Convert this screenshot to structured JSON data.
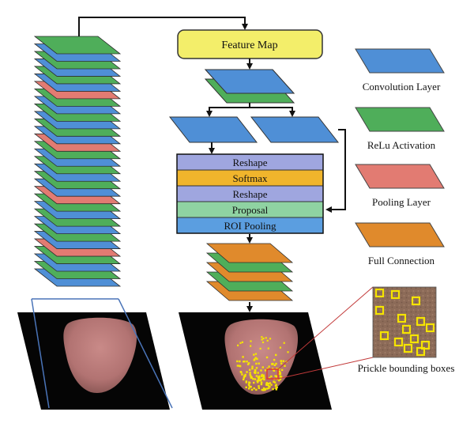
{
  "colors": {
    "conv": "#4f8fd6",
    "relu": "#4fae5a",
    "pool": "#e27b72",
    "full": "#e08a2c",
    "feature_map": "#f3ee6a",
    "reshape": "#9fa6df",
    "softmax": "#f0b52c",
    "proposal": "#8fd3a2",
    "roi": "#5b9ee0",
    "box": "#f5e400",
    "tongue": "#b87878"
  },
  "backbone_stack": [
    "relu",
    "conv",
    "relu",
    "conv",
    "relu",
    "conv",
    "pool",
    "relu",
    "conv",
    "relu",
    "conv",
    "relu",
    "conv",
    "pool",
    "relu",
    "conv",
    "relu",
    "conv",
    "relu",
    "conv",
    "pool",
    "relu",
    "conv",
    "relu",
    "conv",
    "relu",
    "conv",
    "pool",
    "relu",
    "conv",
    "relu",
    "conv"
  ],
  "feature_map": {
    "label": "Feature Map"
  },
  "rpn_blocks": [
    {
      "label": "Reshape",
      "color": "reshape"
    },
    {
      "label": "Softmax",
      "color": "softmax"
    },
    {
      "label": "Reshape",
      "color": "reshape"
    },
    {
      "label": "Proposal",
      "color": "proposal"
    },
    {
      "label": "ROI Pooling",
      "color": "roi"
    }
  ],
  "head_stack": [
    "full",
    "relu",
    "full",
    "relu",
    "full"
  ],
  "legend": [
    {
      "label": "Convolution Layer",
      "color": "conv"
    },
    {
      "label": "ReLu Activation",
      "color": "relu"
    },
    {
      "label": "Pooling Layer",
      "color": "pool"
    },
    {
      "label": "Full Connection",
      "color": "full"
    }
  ],
  "annotation": {
    "label": "Prickle bounding boxes"
  }
}
